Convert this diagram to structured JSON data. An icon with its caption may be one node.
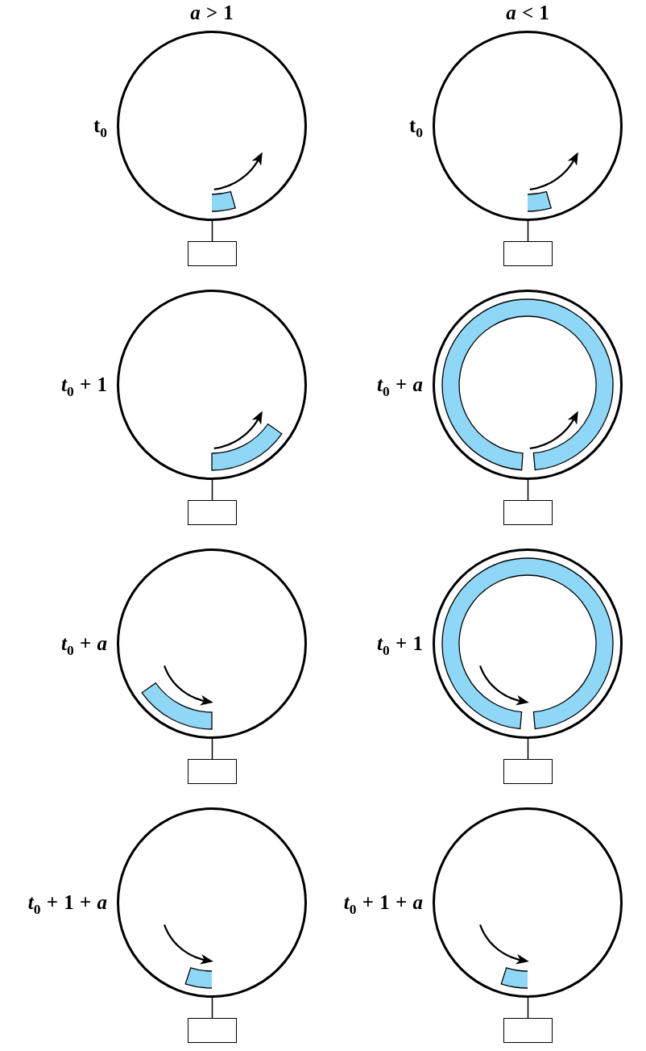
{
  "diagram": {
    "nodes": [
      {
        "text": [],
        "shape": "circle",
        "beside": [
          "t$_{0}$"
        ]
      },
      {
        "text": [],
        "shape": "box"
      },
      {
        "text": [],
        "shape": "circle",
        "beside": [
          "t$_{0}$"
        ]
      },
      {
        "text": [],
        "shape": "box"
      },
      {
        "text": [],
        "shape": "circle",
        "beside": [
          "*t*$_{0}$ + 1"
        ]
      },
      {
        "text": [],
        "shape": "box"
      },
      {
        "text": [],
        "shape": "circle",
        "beside": [
          "*t*$_{0}$ + *a*"
        ]
      },
      {
        "text": [],
        "shape": "box"
      },
      {
        "text": [],
        "shape": "circle",
        "beside": [
          "*t*$_{0}$ + *a*"
        ]
      },
      {
        "text": [],
        "shape": "box"
      },
      {
        "text": [],
        "shape": "circle",
        "beside": [
          "*t*$_{0}$ + 1"
        ]
      },
      {
        "text": [],
        "shape": "box"
      },
      {
        "text": [],
        "shape": "circle",
        "beside": [
          "*t*$_{0}$ + 1 + *a*"
        ]
      },
      {
        "text": [],
        "shape": "box"
      },
      {
        "text": [],
        "shape": "circle",
        "beside": [
          "*t*$_{0}$ + 1 + *a*"
        ]
      },
      {
        "text": [],
        "shape": "box"
      }
    ],
    "edges": [
      {
        "from": 0,
        "to": 1,
        "arrow": "none"
      },
      {
        "from": 2,
        "to": 3,
        "arrow": "none"
      },
      {
        "from": 4,
        "to": 5,
        "arrow": "none"
      },
      {
        "from": 6,
        "to": 7,
        "arrow": "none"
      },
      {
        "from": 8,
        "to": 9,
        "arrow": "none"
      },
      {
        "from": 10,
        "to": 11,
        "arrow": "none"
      },
      {
        "from": 12,
        "to": 13,
        "arrow": "none"
      },
      {
        "from": 14,
        "to": 15,
        "arrow": "none"
      }
    ],
    "labels": [
      "*a* > 1",
      "*a* < 1"
    ]
  }
}
